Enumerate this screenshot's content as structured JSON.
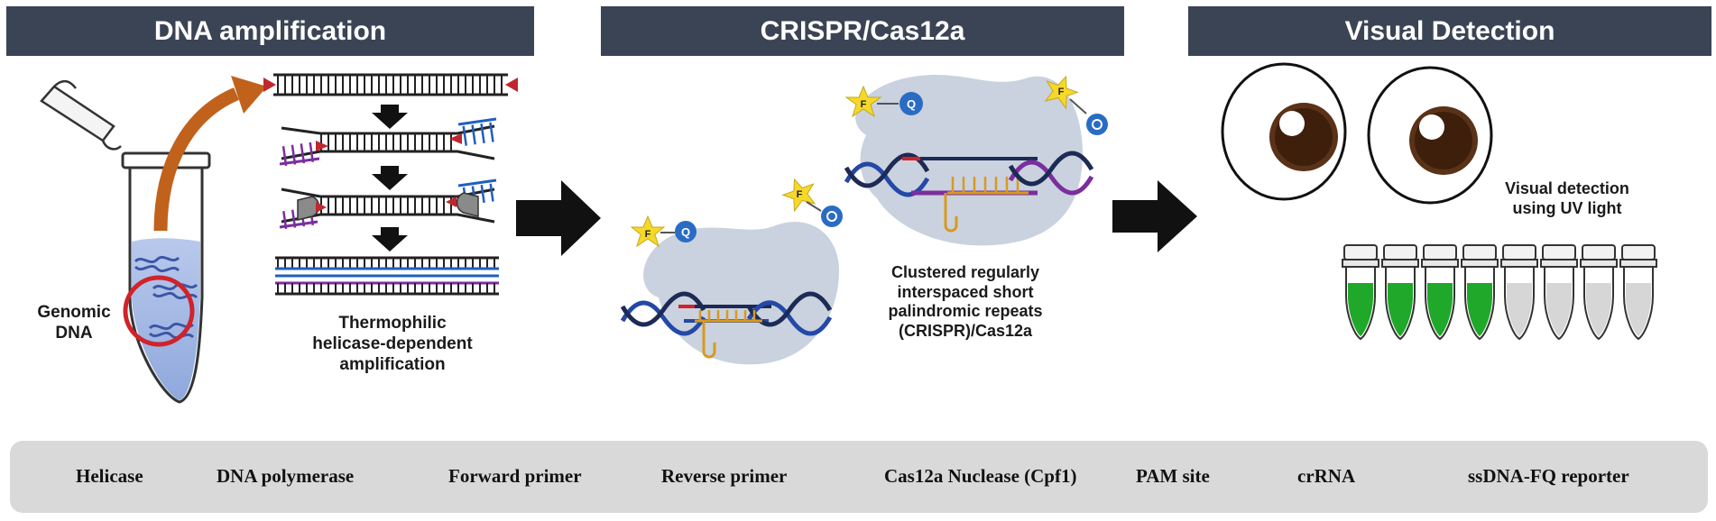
{
  "headers": {
    "dna_amplification": "DNA amplification",
    "crispr": "CRISPR/Cas12a",
    "visual_detection": "Visual Detection"
  },
  "labels": {
    "genomic_dna": "Genomic\nDNA",
    "thda": "Thermophilic\nhelicase-dependent\namplification",
    "crispr_desc": "Clustered regularly\ninterspaced short\npalindromic repeats\n(CRISPR)/Cas12a",
    "uv_detection": "Visual detection\nusing UV light",
    "fluorophore": "F",
    "quencher": "Q"
  },
  "legend": {
    "helicase": "Helicase",
    "dna_polymerase": "DNA polymerase",
    "forward_primer": "Forward primer",
    "reverse_primer": "Reverse primer",
    "cas12a_nuclease": "Cas12a Nuclease (Cpf1)",
    "pam_site": "PAM site",
    "crrna": "crRNA",
    "reporter": "ssDNA-FQ reporter"
  },
  "tubes": {
    "fluorescence": [
      "green",
      "green",
      "green",
      "green",
      "none",
      "none",
      "none",
      "none"
    ]
  },
  "colors": {
    "header_bg": "#3b4454",
    "helicase": "#c0272d",
    "forward_primer": "#7b2e9e",
    "reverse_primer": "#1f5fbf",
    "crrna": "#d99a1e",
    "cas12a": "#c9d2de",
    "fluorophore": "#f5d92a",
    "quencher": "#2a6cc4",
    "positive_tube": "#1fa82a",
    "arrow_orange": "#c0621c",
    "legend_bg": "#d9d9d9"
  }
}
